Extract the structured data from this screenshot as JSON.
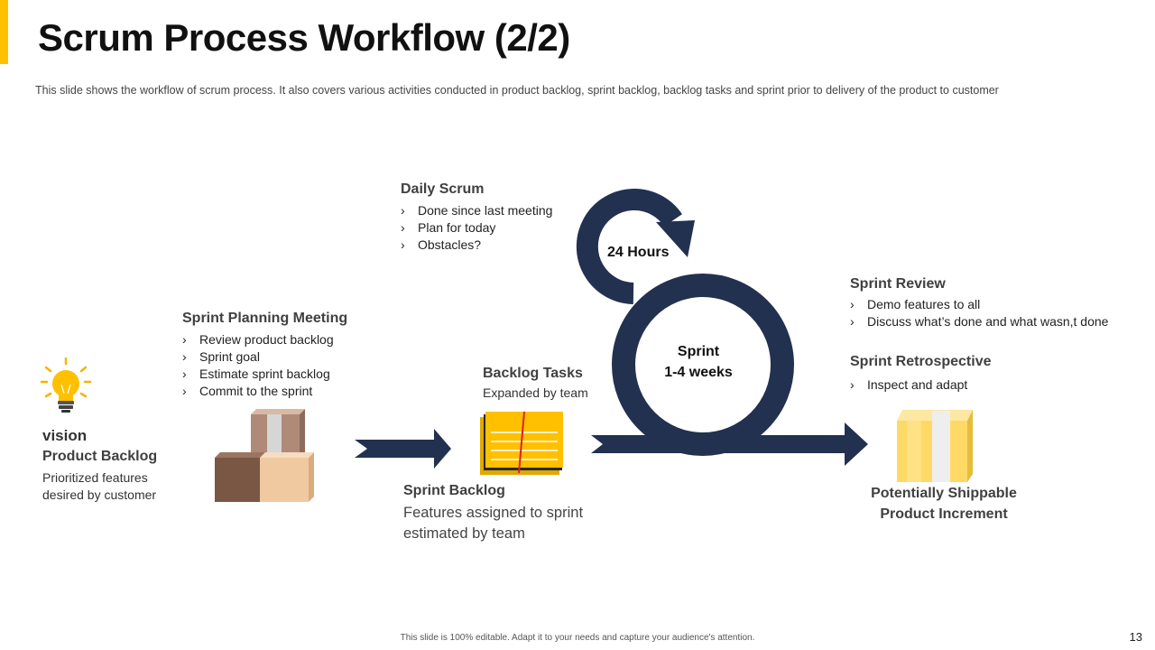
{
  "slide": {
    "title": "Scrum Process Workflow (2/2)",
    "subtitle": "This slide shows the workflow of scrum process. It also covers various activities conducted in product backlog, sprint backlog, backlog tasks and sprint prior to delivery of the product to customer",
    "footer": "This slide is 100% editable. Adapt it to your needs and capture your audience's attention.",
    "page_number": "13",
    "accent_color": "#FFC000",
    "diagram_color": "#233150"
  },
  "product_backlog": {
    "vision": "vision",
    "title": "Product Backlog",
    "desc_line1": "Prioritized features",
    "desc_line2": "desired by customer",
    "icon": "lightbulb-icon"
  },
  "sprint_planning": {
    "title": "Sprint Planning Meeting",
    "items": [
      "Review product  backlog",
      "Sprint goal",
      "Estimate sprint backlog",
      "Commit to the sprint"
    ],
    "icon": "boxes-icon"
  },
  "daily_scrum": {
    "title": "Daily Scrum",
    "items": [
      "Done since last meeting",
      "Plan for today",
      "Obstacles?"
    ],
    "cycle_label": "24 Hours"
  },
  "backlog_tasks": {
    "title": "Backlog Tasks",
    "desc": "Expanded by team",
    "icon": "notepad-icon"
  },
  "sprint_backlog": {
    "title": "Sprint Backlog",
    "desc_line1": "Features assigned to sprint",
    "desc_line2": "estimated by team"
  },
  "sprint_cycle": {
    "line1": "Sprint",
    "line2": "1-4 weeks"
  },
  "sprint_review": {
    "title": "Sprint Review",
    "items": [
      "Demo features to all",
      "Discuss what’s done and what wasn,t done"
    ]
  },
  "sprint_retrospective": {
    "title": "Sprint Retrospective",
    "items": [
      "Inspect and adapt"
    ]
  },
  "increment": {
    "line1": "Potentially Shippable",
    "line2": "Product Increment",
    "icon": "package-icon"
  },
  "bullet_glyph": "›"
}
